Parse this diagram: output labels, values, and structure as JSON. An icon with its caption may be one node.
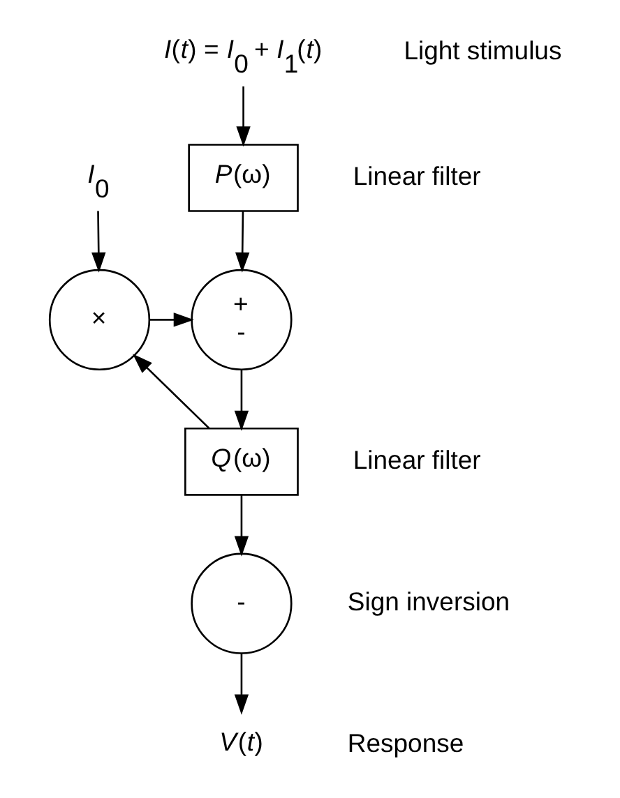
{
  "diagram": {
    "nodes": [
      {
        "text": [
          "*I*(*t*) = *I*$_{0}$ + *I*$_{1}$(*t*)"
        ],
        "beside": [
          "Light stimulus"
        ]
      },
      {
        "text": [
          "*P*(ω)"
        ],
        "beside": [
          "Linear filter"
        ]
      },
      {
        "text": [
          "*I*$_{0}$"
        ]
      },
      {
        "text": [
          "×"
        ]
      },
      {
        "text": [
          "+",
          "-"
        ]
      },
      {
        "text": [
          "*Q*(ω)"
        ],
        "beside": [
          "Linear filter"
        ]
      },
      {
        "text": [
          "-"
        ],
        "beside": [
          "Sign inversion"
        ]
      },
      {
        "text": [
          "*V*(*t*)"
        ],
        "beside": [
          "Response"
        ]
      }
    ],
    "edges": [
      {
        "from": 0,
        "to": 1,
        "arrow": "to"
      },
      {
        "from": 1,
        "to": 4,
        "arrow": "to"
      },
      {
        "from": 2,
        "to": 3,
        "arrow": "to"
      },
      {
        "from": 3,
        "to": 4,
        "arrow": "to"
      },
      {
        "from": 4,
        "to": 5,
        "arrow": "to"
      },
      {
        "from": 5,
        "to": 6,
        "arrow": "to"
      },
      {
        "from": 5,
        "to": 3,
        "arrow": "to"
      },
      {
        "from": 6,
        "to": 7,
        "arrow": "to"
      }
    ]
  }
}
